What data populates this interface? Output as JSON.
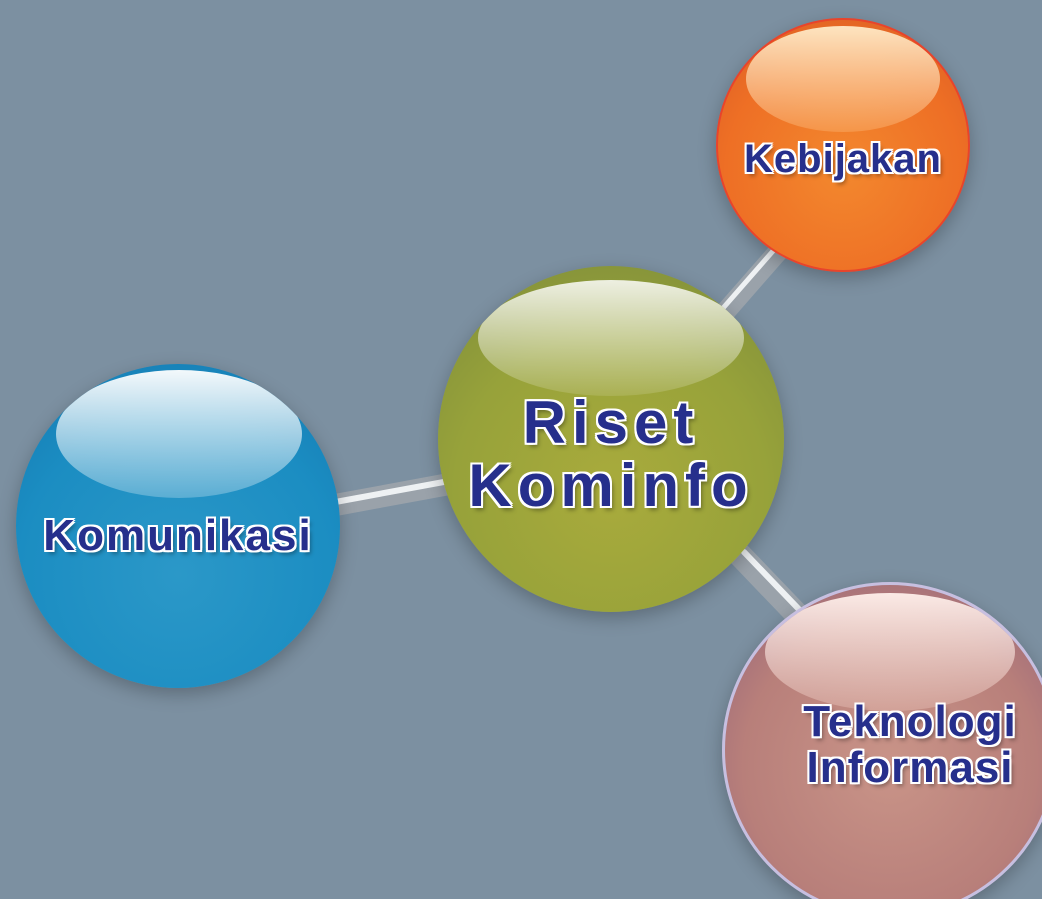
{
  "diagram": {
    "center": {
      "label": "Riset\nKominfo",
      "color": "#a3a83c"
    },
    "branches": [
      {
        "id": "komunikasi",
        "label": "Komunikasi",
        "color": "#1b8dc2"
      },
      {
        "id": "kebijakan",
        "label": "Kebijakan",
        "color": "#ee6f25"
      },
      {
        "id": "teknologi",
        "label": "Teknologi\nInformasi",
        "color": "#b87f7a"
      }
    ],
    "label_color": "#262f8c",
    "background_color": "#7c90a1",
    "connector_color": "#c9ced3"
  }
}
